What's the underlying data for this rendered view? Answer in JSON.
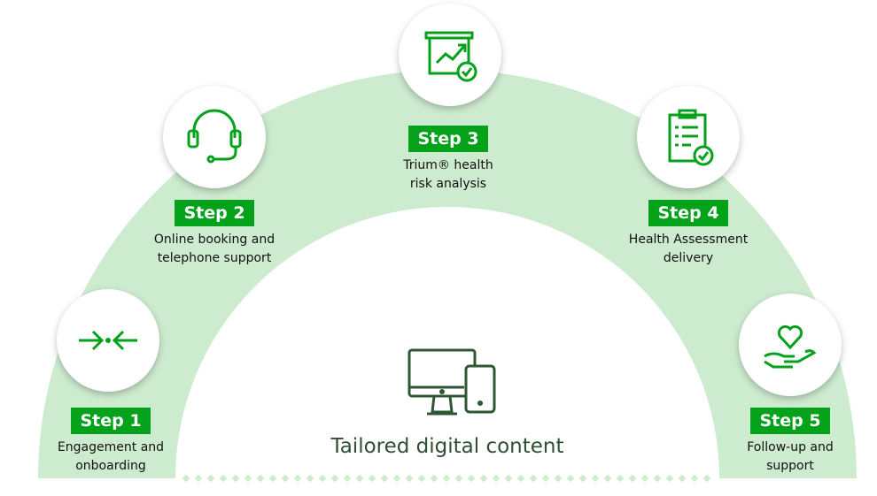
{
  "colors": {
    "accent": "#04a11a",
    "arch": "#cdebcf",
    "dark": "#2f5634"
  },
  "steps": [
    {
      "badge": "Step 1",
      "line1": "Engagement and",
      "line2": "onboarding",
      "icon": "converging-arrows-icon"
    },
    {
      "badge": "Step 2",
      "line1": "Online booking and",
      "line2": "telephone support",
      "icon": "headset-icon"
    },
    {
      "badge": "Step 3",
      "line1": "Trium® health",
      "line2": "risk analysis",
      "icon": "chart-board-check-icon"
    },
    {
      "badge": "Step 4",
      "line1": "Health Assessment",
      "line2": "delivery",
      "icon": "clipboard-check-icon"
    },
    {
      "badge": "Step 5",
      "line1": "Follow-up and",
      "line2": "support",
      "icon": "heart-hand-icon"
    }
  ],
  "center": {
    "title": "Tailored digital content",
    "icon": "desktop-tablet-icon"
  }
}
